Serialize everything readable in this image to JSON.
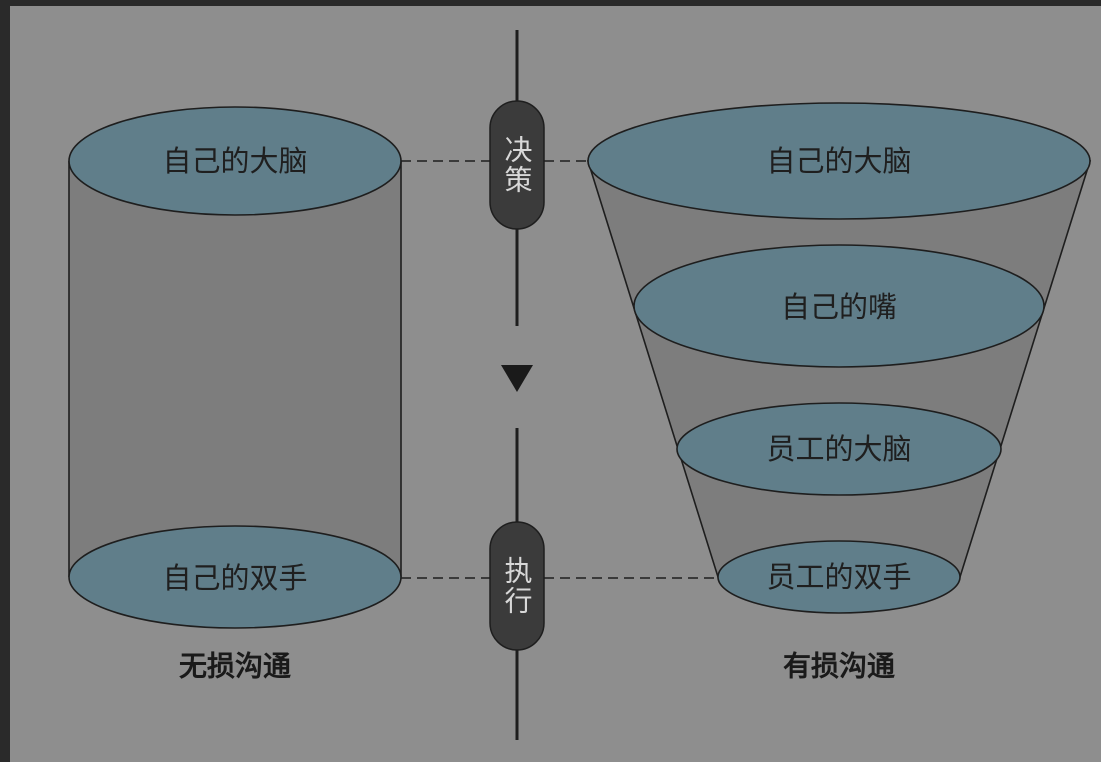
{
  "colors": {
    "background": "#8e8e8e",
    "frame": "#2a2a2a",
    "ellipse_fill": "#607e8a",
    "body_fill": "#7d7d7d",
    "line": "#1e1e1e",
    "pill": "#3b3b3b",
    "pill_text": "#d8d8d8"
  },
  "left": {
    "top_label": "自己的大脑",
    "bottom_label": "自己的双手",
    "caption": "无损沟通"
  },
  "center": {
    "decision_label": "决策",
    "execution_label": "执行",
    "arrow": "down-triangle-icon"
  },
  "right": {
    "layers": [
      "自己的大脑",
      "自己的嘴",
      "员工的大脑",
      "员工的双手"
    ],
    "caption": "有损沟通"
  }
}
